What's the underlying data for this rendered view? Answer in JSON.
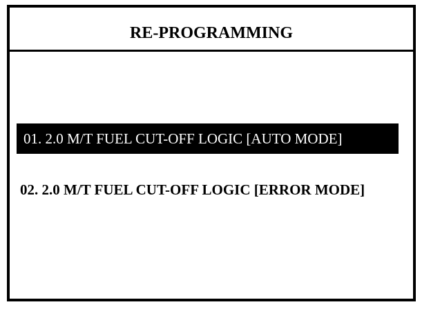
{
  "screen": {
    "title": "RE-PROGRAMMING"
  },
  "menu": {
    "items": [
      {
        "label": "01. 2.0 M/T FUEL CUT-OFF LOGIC [AUTO MODE]",
        "selected": true
      },
      {
        "label": "02. 2.0 M/T FUEL CUT-OFF LOGIC [ERROR MODE]",
        "selected": false
      }
    ]
  }
}
